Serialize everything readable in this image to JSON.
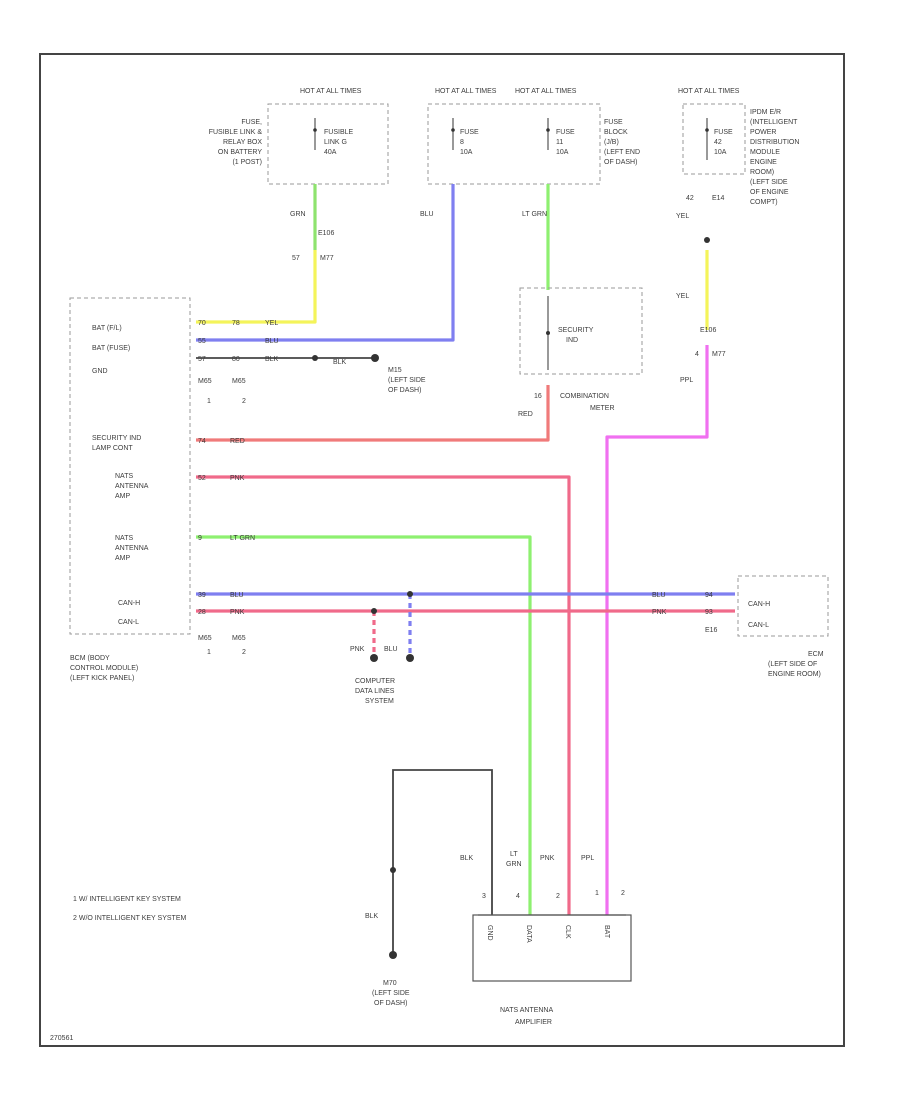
{
  "colors": {
    "grn": "#8ee36e",
    "yel": "#f4f45a",
    "blu": "#7f7ff0",
    "ltgrn": "#8ef070",
    "red": "#f07a7a",
    "pnk": "#f06a8a",
    "ppl": "#f070f0",
    "blk": "#444444"
  },
  "power_sources": {
    "hot1": "HOT AT ALL TIMES",
    "hot2": "HOT AT ALL TIMES",
    "hot3": "HOT AT ALL TIMES",
    "hot4": "HOT AT ALL TIMES",
    "fusible_link_box": [
      "FUSE,",
      "FUSIBLE LINK &",
      "RELAY BOX",
      "ON BATTERY",
      "(1 POST)"
    ],
    "fusible_link": [
      "FUSIBLE",
      "LINK G",
      "40A"
    ],
    "fuse8": [
      "FUSE",
      "8",
      "10A"
    ],
    "fuse11": [
      "FUSE",
      "11",
      "10A"
    ],
    "fuse_block": [
      "FUSE",
      "BLOCK",
      "(J/B)",
      "(LEFT END",
      "OF DASH)"
    ],
    "fuse42": [
      "FUSE",
      "42",
      "10A"
    ],
    "ipdm": [
      "IPDM E/R",
      "(INTELLIGENT",
      "POWER",
      "DISTRIBUTION",
      "MODULE",
      "ENGINE",
      "ROOM)",
      "(LEFT SIDE",
      "OF ENGINE",
      "COMPT)"
    ]
  },
  "wire_labels": {
    "grn": "GRN",
    "blu": "BLU",
    "lt_grn": "LT GRN",
    "yel_a": "YEL",
    "yel_b": "YEL",
    "e106": "E106",
    "e106_pin": "57",
    "m77": "M77",
    "pin42": "42",
    "e14": "E14",
    "e106b": "E106",
    "pin4": "4",
    "m77b": "M77",
    "ppl": "PPL",
    "red": "RED",
    "pin16": "16"
  },
  "bcm": {
    "bat_fl": "BAT (F/L)",
    "bat_fuse": "BAT (FUSE)",
    "gnd": "GND",
    "sec_ind": [
      "SECURITY IND",
      "LAMP CONT"
    ],
    "nats1": [
      "NATS",
      "ANTENNA",
      "AMP"
    ],
    "nats2": [
      "NATS",
      "ANTENNA",
      "AMP"
    ],
    "canh": "CAN-H",
    "canl": "CAN-L",
    "name": [
      "BCM (BODY",
      "CONTROL MODULE)",
      "(LEFT KICK PANEL)"
    ],
    "pin_70": "70",
    "pin_55": "55",
    "pin_57": "57",
    "pin_74": "74",
    "pin_52": "52",
    "pin_9": "9",
    "pin_39": "39",
    "pin_28": "28",
    "pin_78": "78",
    "pin_80": "80",
    "w_yel": "YEL",
    "w_blu": "BLU",
    "w_blk": "BLK",
    "w_red": "RED",
    "w_pnk": "PNK",
    "w_ltgrn": "LT GRN",
    "w_blu2": "BLU",
    "w_pnk2": "PNK",
    "conn1": "M65",
    "conn2": "M65",
    "conn3": "M65",
    "conn4": "M65",
    "opt1": "1",
    "opt2": "2",
    "opt3": "1",
    "opt4": "2"
  },
  "ground_m15": [
    "M15",
    "(LEFT SIDE",
    "OF DASH)"
  ],
  "blk_label": "BLK",
  "combination_meter": {
    "security_ind": [
      "SECURITY",
      "IND"
    ],
    "name": [
      "COMBINATION",
      "METER"
    ]
  },
  "ecm": {
    "canh": "CAN-H",
    "canl": "CAN-L",
    "name": [
      "ECM",
      "(LEFT SIDE OF",
      "ENGINE ROOM)"
    ],
    "w_blu": "BLU",
    "w_pnk": "PNK",
    "pin_94": "94",
    "pin_93": "93",
    "conn": "E16"
  },
  "computer_data_lines": {
    "pnk": "PNK",
    "blu": "BLU",
    "name": [
      "COMPUTER",
      "DATA LINES",
      "SYSTEM"
    ]
  },
  "nats_amp": {
    "wire_blk": "BLK",
    "wire_ltgrn": [
      "LT",
      "GRN"
    ],
    "wire_pnk": "PNK",
    "wire_ppl": "PPL",
    "pin_3": "3",
    "pin_4": "4",
    "pin_2": "2",
    "pin_1": "1",
    "pin_2b": "2",
    "term_gnd": "GND",
    "term_data": "DATA",
    "term_clk": "CLK",
    "term_bat": "BAT",
    "name": [
      "NATS ANTENNA",
      "AMPLIFIER"
    ]
  },
  "ground_m70": [
    "M70",
    "(LEFT SIDE",
    "OF DASH)"
  ],
  "ground_blk": "BLK",
  "notes": [
    "1   W/ INTELLIGENT KEY SYSTEM",
    "2   W/O INTELLIGENT KEY SYSTEM"
  ],
  "figure_id": "270561"
}
